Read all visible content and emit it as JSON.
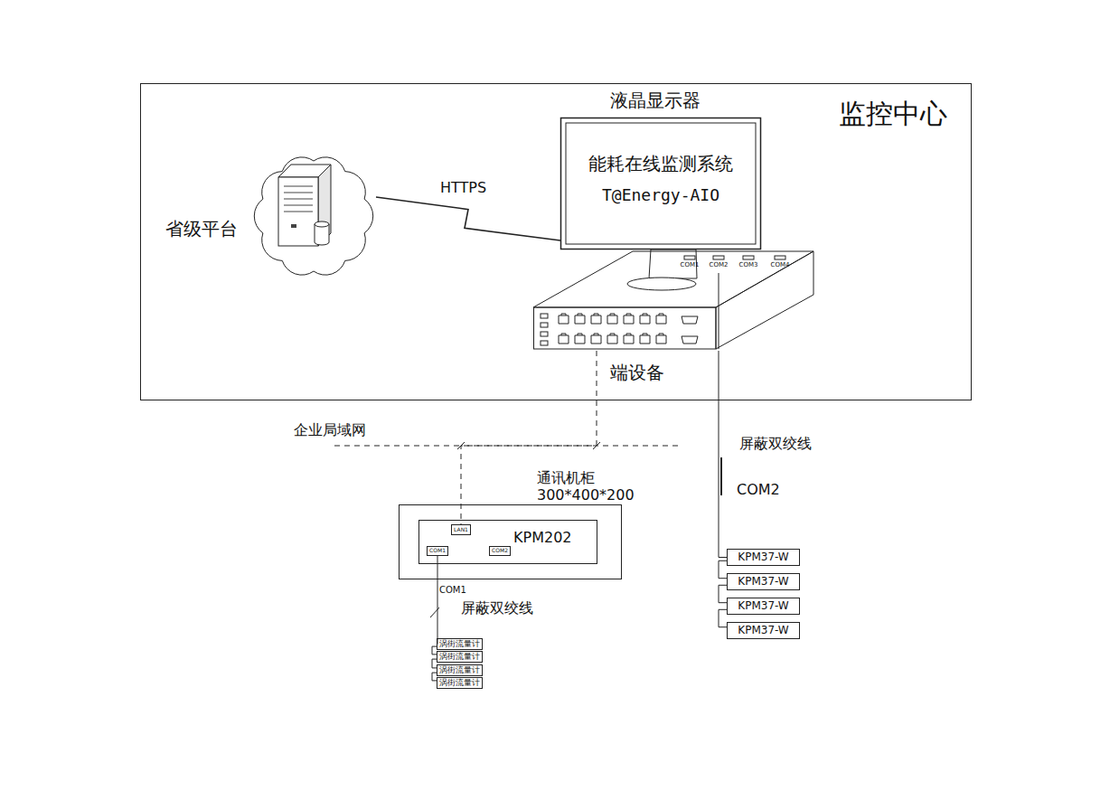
{
  "diagram": {
    "nodes": [
      {
        "text": [
          "监控中心"
        ]
      },
      {
        "text": [
          "省级平台"
        ],
        "in": 0
      },
      {
        "text": [
          "液晶显示器",
          "能耗在线监测系统",
          "T@Energy-AIO"
        ],
        "in": 0
      },
      {
        "text": [
          "端设备"
        ],
        "in": 0
      },
      {
        "text": [
          "通讯机柜",
          "300*400*200"
        ]
      },
      {
        "text": [
          "KPM202"
        ],
        "in": 4
      },
      {
        "text": [
          "LAN1"
        ],
        "in": 5
      },
      {
        "text": [
          "COM1"
        ],
        "in": 5
      },
      {
        "text": [
          "COM2"
        ],
        "in": 5
      },
      {
        "text": [
          "涡街流量计"
        ]
      },
      {
        "text": [
          "涡街流量计"
        ]
      },
      {
        "text": [
          "涡街流量计"
        ]
      },
      {
        "text": [
          "涡街流量计"
        ]
      },
      {
        "text": [
          "KPM37-W"
        ]
      },
      {
        "text": [
          "KPM37-W"
        ]
      },
      {
        "text": [
          "KPM37-W"
        ]
      },
      {
        "text": [
          "KPM37-W"
        ]
      }
    ],
    "edges": [
      {
        "from": 1,
        "to": 2,
        "arrow": "none",
        "label": "HTTPS"
      },
      {
        "from": 3,
        "to": 6,
        "arrow": "none"
      },
      {
        "from": 7,
        "to": 9,
        "arrow": "none"
      },
      {
        "from": 9,
        "to": 10,
        "arrow": "none"
      },
      {
        "from": 10,
        "to": 11,
        "arrow": "none"
      },
      {
        "from": 11,
        "to": 12,
        "arrow": "none"
      },
      {
        "from": 3,
        "to": 13,
        "arrow": "none"
      },
      {
        "from": 13,
        "to": 14,
        "arrow": "none"
      },
      {
        "from": 14,
        "to": 15,
        "arrow": "none"
      },
      {
        "from": 15,
        "to": 16,
        "arrow": "none"
      }
    ],
    "labels": [
      "COM1",
      "COM2",
      "COM3",
      "COM4",
      "企业局域网",
      "COM1",
      "屏蔽双绞线",
      "屏蔽双绞线",
      "COM2"
    ]
  }
}
